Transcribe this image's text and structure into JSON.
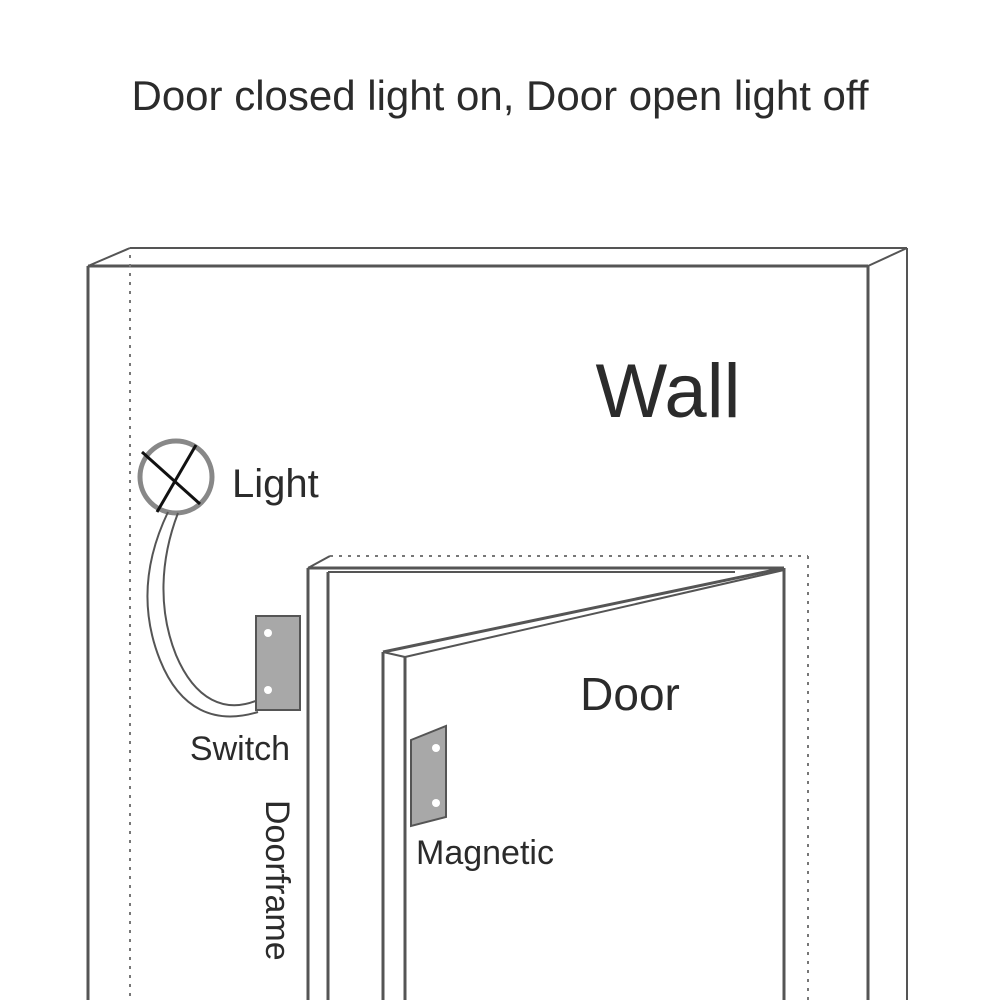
{
  "title": "Door closed light on, Door open light off",
  "labels": {
    "wall": "Wall",
    "light": "Light",
    "switch": "Switch",
    "door": "Door",
    "doorframe": "Doorframe",
    "magnetic": "Magnetic"
  },
  "colors": {
    "line": "#555555",
    "text": "#2b2b2b",
    "sensor_fill": "#a8a8a8",
    "light_ring": "#888888"
  }
}
